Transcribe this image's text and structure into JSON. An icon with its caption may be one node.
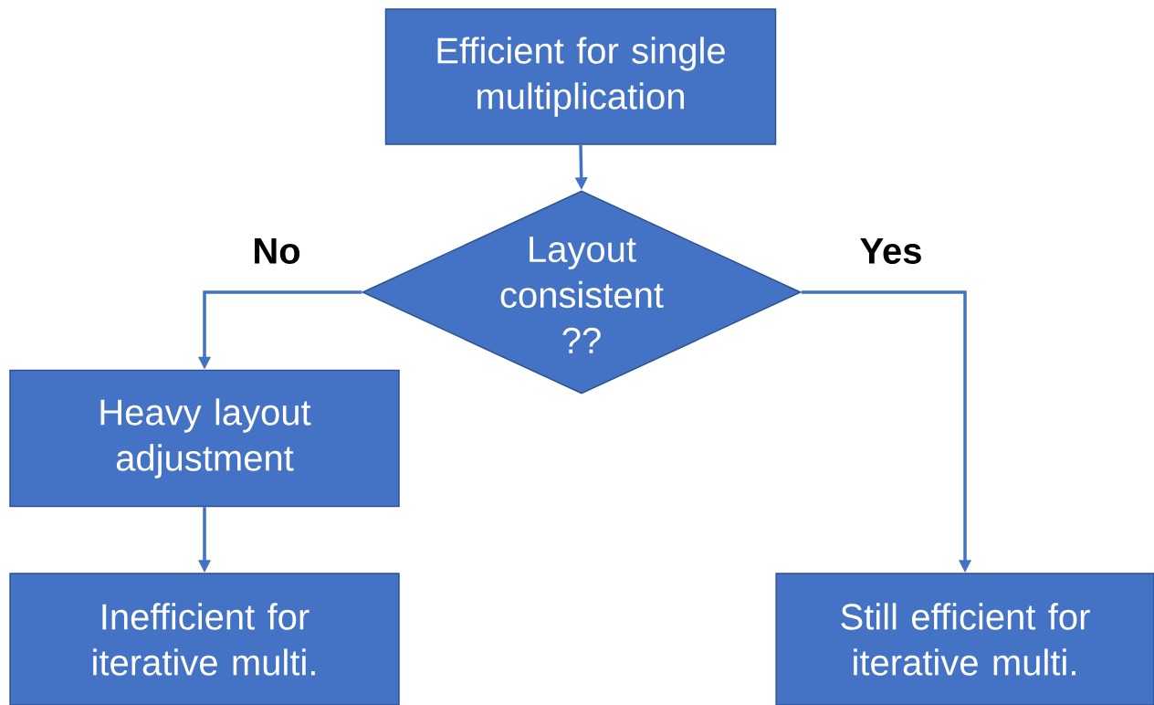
{
  "diagram": {
    "nodes": [
      {
        "text": [
          "Efficient for single multiplication"
        ]
      },
      {
        "text": [
          "Layout consistent ??"
        ]
      },
      {
        "text": [
          "Heavy layout adjustment"
        ]
      },
      {
        "text": [
          "Inefficient for iterative multi."
        ]
      },
      {
        "text": [
          "Still efficient for iterative multi."
        ]
      }
    ],
    "edges": [
      {
        "from": 0,
        "to": 1,
        "arrow": "to"
      },
      {
        "from": 1,
        "to": 2,
        "arrow": "to",
        "label": "No"
      },
      {
        "from": 2,
        "to": 3,
        "arrow": "to"
      },
      {
        "from": 1,
        "to": 4,
        "arrow": "to",
        "label": "Yes"
      }
    ]
  }
}
